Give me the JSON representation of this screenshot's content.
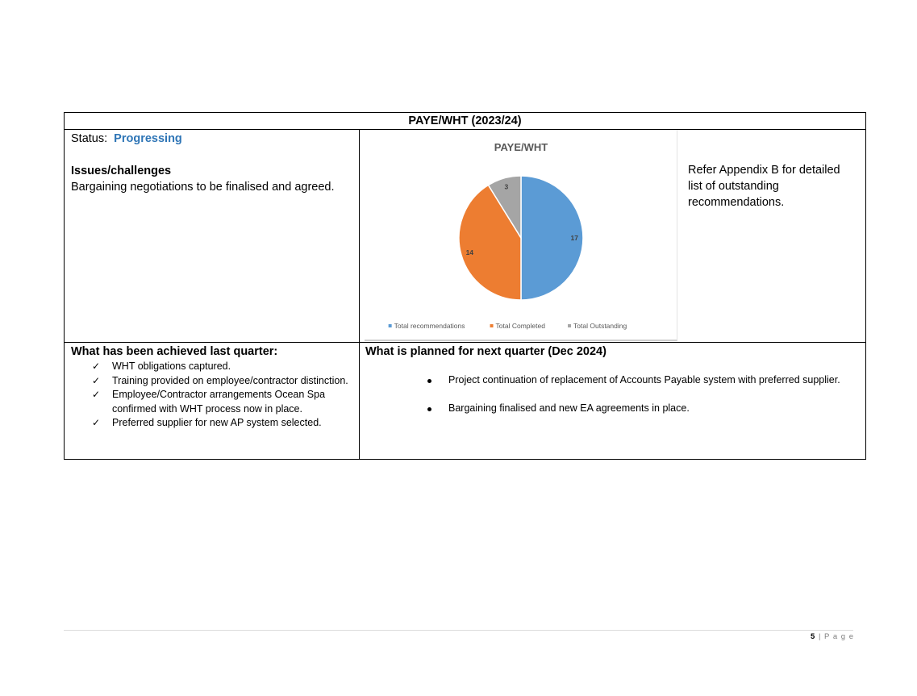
{
  "table": {
    "title": "PAYE/WHT (2023/24)",
    "status_label": "Status:",
    "status_value": "Progressing",
    "status_color": "#2E75B6",
    "issues_heading": "Issues/challenges",
    "issues_text": "Bargaining negotiations to be finalised and agreed.",
    "refer_text": "Refer Appendix B for detailed list of outstanding recommendations.",
    "achieved_heading": "What has been achieved last quarter:",
    "achieved_items": [
      "WHT obligations captured.",
      "Training provided on employee/contractor distinction.",
      "Employee/Contractor arrangements Ocean Spa confirmed with WHT process now in place.",
      "Preferred supplier for new AP system selected."
    ],
    "check_glyph": "✓",
    "planned_heading": "What is planned for next quarter (Dec 2024)",
    "planned_items": [
      "Project continuation of replacement of Accounts Payable system with preferred supplier.",
      "Bargaining finalised and new EA agreements in place."
    ]
  },
  "chart_data": {
    "type": "pie",
    "title": "PAYE/WHT",
    "categories": [
      "Total recommendations",
      "Total Completed",
      "Total Outstanding"
    ],
    "values": [
      17,
      14,
      3
    ],
    "colors": [
      "#5B9BD5",
      "#ED7D31",
      "#A5A5A5"
    ],
    "legend_position": "bottom",
    "data_labels": true
  },
  "footer": {
    "page_number": "5",
    "page_label": "| P a g e"
  }
}
